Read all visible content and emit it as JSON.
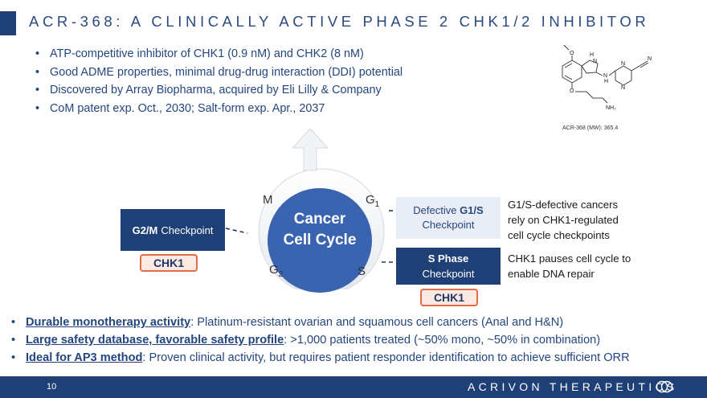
{
  "title": "ACR-368: A CLINICALLY ACTIVE PHASE 2 CHK1/2 INHIBITOR",
  "top_bullets": [
    "ATP-competitive inhibitor of CHK1 (0.9 nM) and CHK2 (8 nM)",
    "Good ADME properties, minimal drug-drug interaction (DDI) potential",
    "Discovered by Array Biopharma, acquired by Eli Lilly & Company",
    "CoM patent exp. Oct., 2030; Salt-form exp. Apr., 2037"
  ],
  "molecule": {
    "caption": "ACR-368 (MW): 365.4",
    "atoms": {
      "o1": "O",
      "h_top": "H",
      "n_top": "N",
      "n_ring_top": "N",
      "n_nitrile": "N",
      "h_bot": "H",
      "n_bot": "N",
      "n_ring_bot": "N",
      "o2": "O",
      "nh2": "NH₂"
    }
  },
  "cycle": {
    "center_line1": "Cancer",
    "center_line2": "Cell Cycle",
    "phase_m": "M",
    "phase_g1": "G",
    "phase_g1_sub": "1",
    "phase_g2": "G",
    "phase_g2_sub": "2",
    "phase_s": "S"
  },
  "g2m": {
    "bold": "G2/M",
    "rest": "Checkpoint",
    "tag": "CHK1"
  },
  "g1s": {
    "line1_prefix": "Defective",
    "line1_bold": "G1/S",
    "line2": "Checkpoint"
  },
  "sphase": {
    "line1": "S Phase",
    "line2": "Checkpoint",
    "tag": "CHK1"
  },
  "side_text_1": [
    "G1/S-defective cancers",
    "rely on CHK1-regulated",
    "cell cycle checkpoints"
  ],
  "side_text_2": [
    "CHK1 pauses cell cycle to",
    "enable DNA repair"
  ],
  "bottom_bullets": [
    {
      "bold": "Durable monotherapy activity",
      "rest": ": Platinum-resistant ovarian and squamous cell cancers (Anal and H&N)"
    },
    {
      "bold": "Large safety database, favorable safety profile",
      "rest": ": >1,000 patients treated (~50% mono, ~50% in combination)"
    },
    {
      "bold": "Ideal for AP3 method",
      "rest": ": Proven clinical activity, but requires patient responder identification to achieve sufficient ORR"
    }
  ],
  "footer": {
    "page": "10",
    "company": "ACRIVON THERAPEUTICS"
  },
  "colors": {
    "navy": "#1f3f77",
    "accent": "#e36c4a",
    "light": "#e9eef6",
    "center": "#3a64b0"
  }
}
